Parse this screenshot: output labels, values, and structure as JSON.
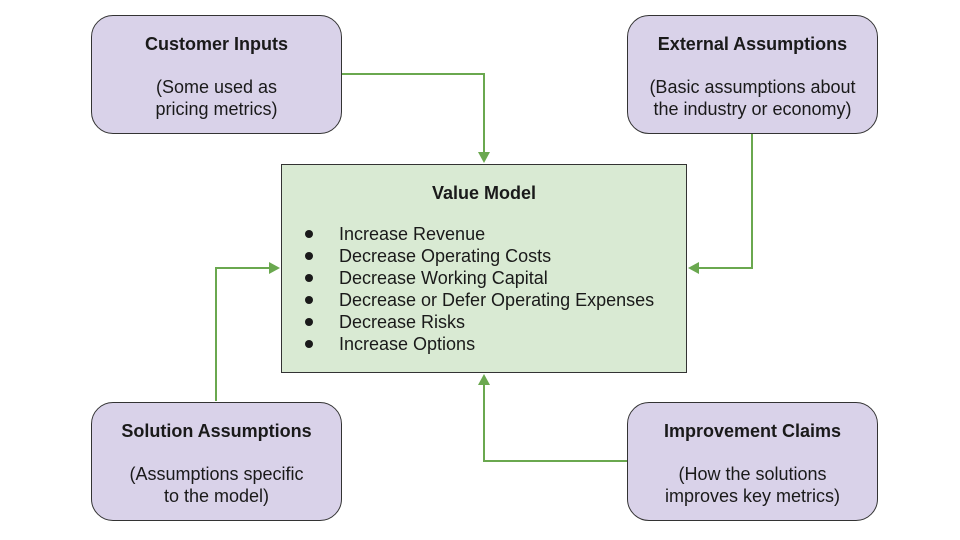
{
  "nodes": {
    "customer_inputs": {
      "title": "Customer Inputs",
      "subtitle_lines": [
        "(Some used as",
        "pricing metrics)"
      ]
    },
    "external_assumptions": {
      "title": "External Assumptions",
      "subtitle_lines": [
        "(Basic assumptions about",
        "the industry or economy)"
      ]
    },
    "solution_assumptions": {
      "title": "Solution Assumptions",
      "subtitle_lines": [
        "(Assumptions specific",
        "to the model)"
      ]
    },
    "improvement_claims": {
      "title": "Improvement Claims",
      "subtitle_lines": [
        "(How the solutions",
        "improves key metrics)"
      ]
    }
  },
  "value_model": {
    "title": "Value Model",
    "items": [
      "Increase Revenue",
      "Decrease Operating Costs",
      "Decrease Working Capital",
      "Decrease or Defer Operating Expenses",
      "Decrease Risks",
      "Increase Options"
    ]
  },
  "colors": {
    "node_fill": "#d9d2e9",
    "center_fill": "#d9ead3",
    "connector": "#6aa84f",
    "border": "#333333"
  }
}
